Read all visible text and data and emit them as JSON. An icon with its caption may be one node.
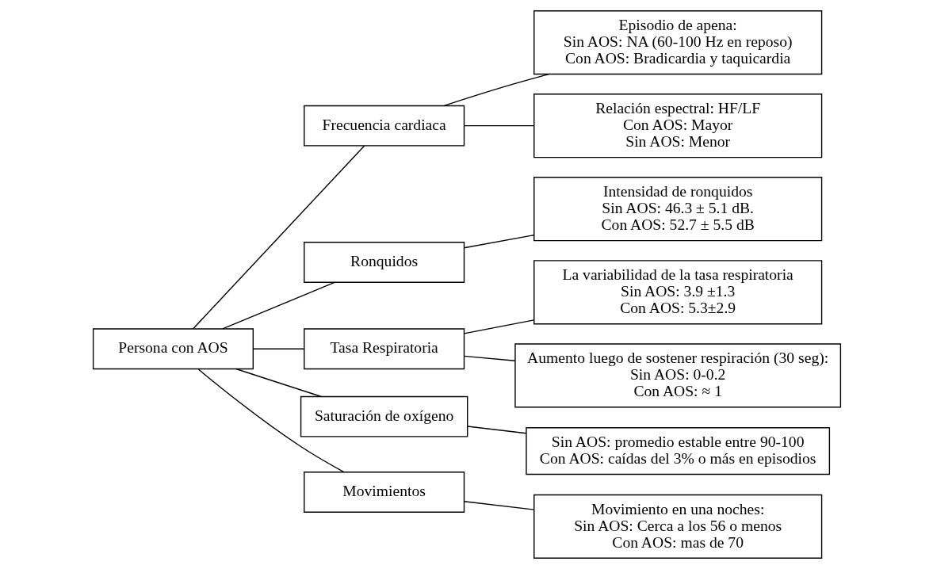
{
  "diagram": {
    "nodes": [
      {
        "text": [
          "Persona con AOS"
        ]
      },
      {
        "text": [
          "Frecuencia cardiaca"
        ]
      },
      {
        "text": [
          "Episodio de apena:",
          "Sin AOS: NA (60-100 Hz en reposo)",
          "Con AOS: Bradicardia y taquicardia"
        ]
      },
      {
        "text": [
          "Relación espectral: HF/LF",
          "Con AOS: Mayor",
          "Sin AOS: Menor"
        ]
      },
      {
        "text": [
          "Ronquidos"
        ]
      },
      {
        "text": [
          "Intensidad de ronquidos",
          "Sin AOS: 46.3 ± 5.1 dB.",
          "Con AOS: 52.7 ± 5.5 dB"
        ]
      },
      {
        "text": [
          "Tasa Respiratoria"
        ]
      },
      {
        "text": [
          "La variabilidad de la tasa respiratoria",
          "Sin AOS: 3.9 ±1.3",
          "Con AOS: 5.3±2.9"
        ]
      },
      {
        "text": [
          "Aumento luego de sostener respiración (30 seg):",
          "Sin AOS: 0-0.2",
          "Con AOS: ≈ 1"
        ]
      },
      {
        "text": [
          "Saturación de oxígeno"
        ]
      },
      {
        "text": [
          "Sin AOS: promedio estable entre 90-100",
          "Con AOS: caídas del 3% o más en episodios"
        ]
      },
      {
        "text": [
          "Movimientos"
        ]
      },
      {
        "text": [
          "Movimiento en una noches:",
          "Sin AOS: Cerca a los 56 o menos",
          "Con AOS: mas de 70"
        ]
      }
    ],
    "edges": [
      {
        "from": 0,
        "to": 1,
        "arrow": "none"
      },
      {
        "from": 0,
        "to": 4,
        "arrow": "none"
      },
      {
        "from": 0,
        "to": 6,
        "arrow": "none"
      },
      {
        "from": 0,
        "to": 9,
        "arrow": "none"
      },
      {
        "from": 0,
        "to": 11,
        "arrow": "none"
      },
      {
        "from": 1,
        "to": 2,
        "arrow": "none"
      },
      {
        "from": 1,
        "to": 3,
        "arrow": "none"
      },
      {
        "from": 4,
        "to": 5,
        "arrow": "none"
      },
      {
        "from": 6,
        "to": 7,
        "arrow": "none"
      },
      {
        "from": 6,
        "to": 8,
        "arrow": "none"
      },
      {
        "from": 9,
        "to": 10,
        "arrow": "none"
      },
      {
        "from": 11,
        "to": 12,
        "arrow": "none"
      }
    ]
  }
}
